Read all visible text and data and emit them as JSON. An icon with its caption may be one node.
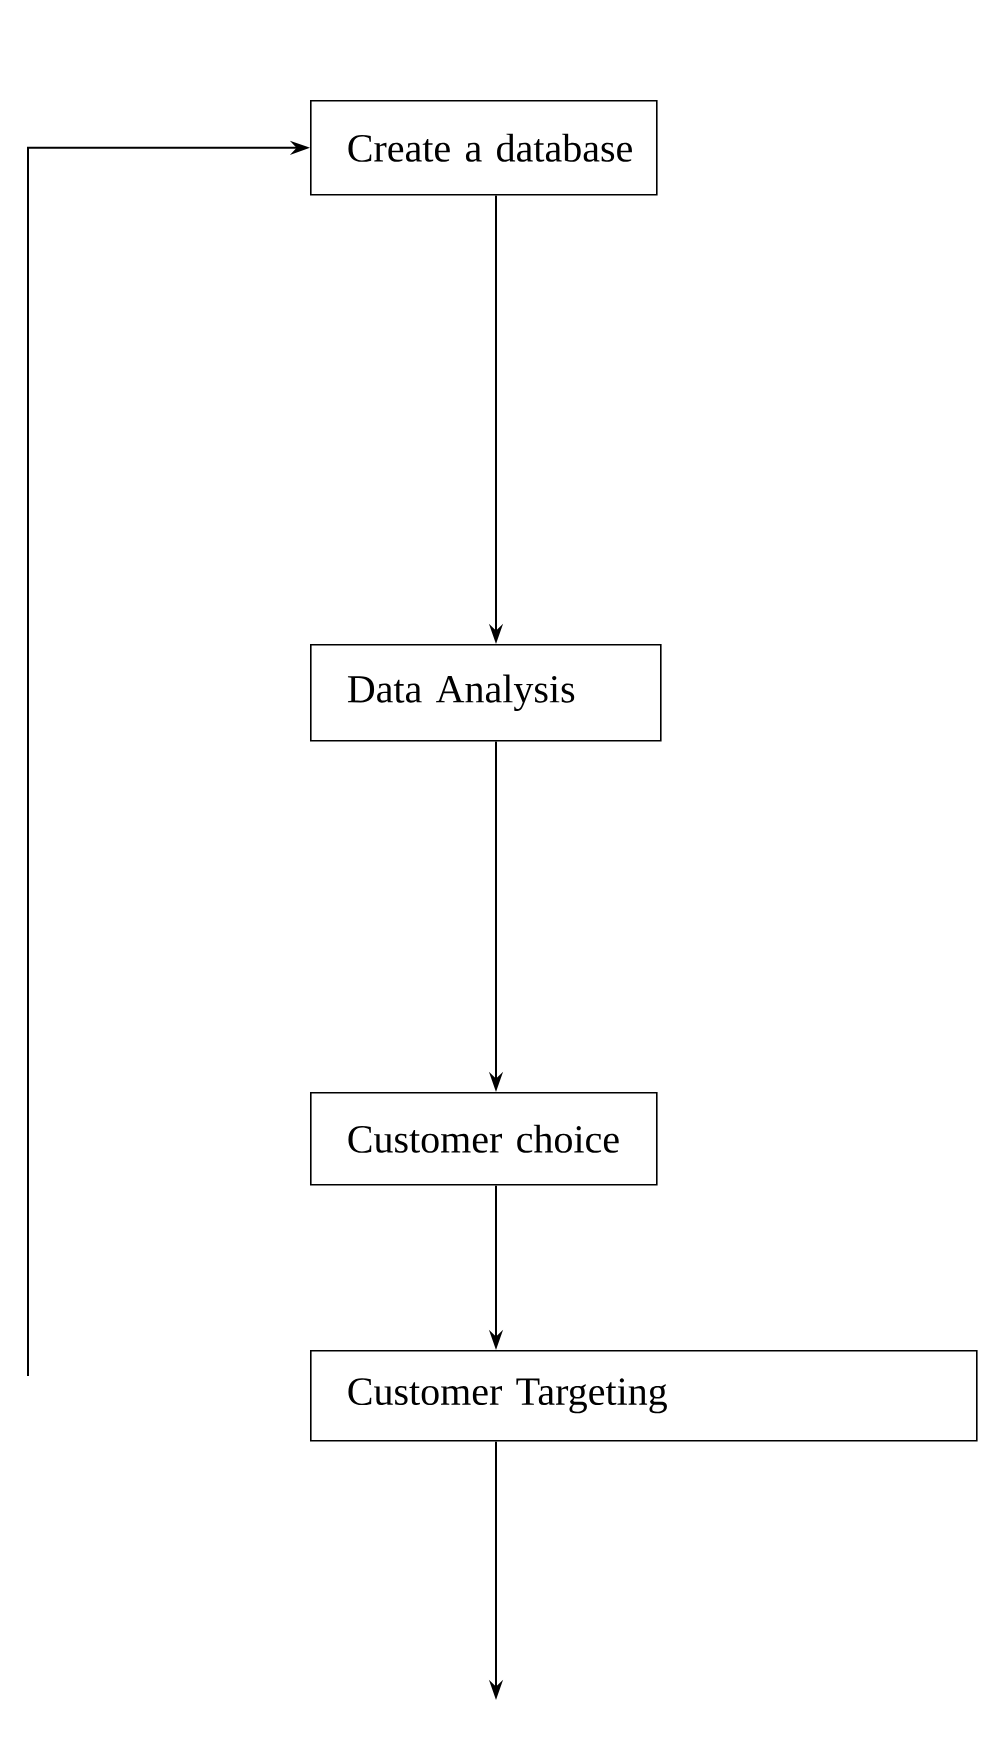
{
  "diagram": {
    "nodes": [
      {
        "text": [
          "Create a database"
        ]
      },
      {
        "text": [
          "Data Analysis"
        ]
      },
      {
        "text": [
          "Customer choice"
        ]
      },
      {
        "text": [
          "Customer Targeting"
        ]
      }
    ],
    "edges": [
      {
        "from": 0,
        "to": 1,
        "arrow": "to"
      },
      {
        "from": 1,
        "to": 2,
        "arrow": "to"
      },
      {
        "from": 2,
        "to": 3,
        "arrow": "to"
      },
      {
        "from": 3,
        "to": null,
        "arrow": "to"
      },
      {
        "from": null,
        "to": 0,
        "arrow": "to"
      }
    ]
  }
}
